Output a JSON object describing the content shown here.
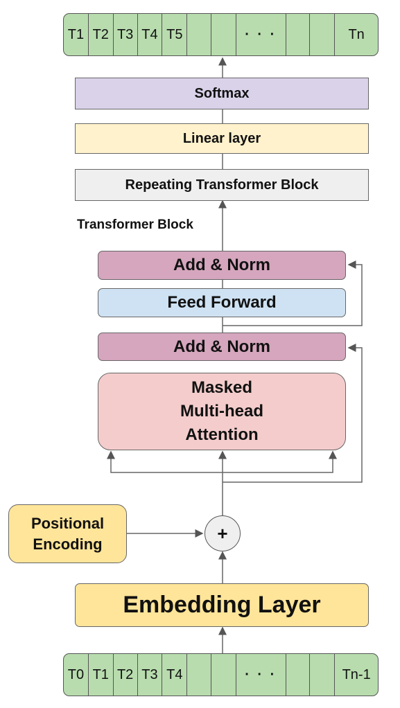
{
  "output_tokens": [
    "T1",
    "T2",
    "T3",
    "T4",
    "T5",
    "",
    "",
    "· · ·",
    "",
    "",
    "Tn"
  ],
  "input_tokens": [
    "T0",
    "T1",
    "T2",
    "T3",
    "T4",
    "",
    "",
    "· · ·",
    "",
    "",
    "Tn-1"
  ],
  "softmax": "Softmax",
  "linear": "Linear layer",
  "repeating": "Repeating Transformer Block",
  "transformer_block": {
    "title": "Transformer Block",
    "add_norm_top": "Add & Norm",
    "feed_forward": "Feed Forward",
    "add_norm_bottom": "Add & Norm",
    "attention": [
      "Masked",
      "Multi-head",
      "Attention"
    ]
  },
  "positional_encoding": [
    "Positional",
    "Encoding"
  ],
  "plus": "+",
  "embedding": "Embedding Layer",
  "colors": {
    "token_green": "#b8dcae",
    "softmax_purple": "#d9d2e9",
    "linear_yellow": "#fff2cc",
    "block_gray": "#efefef",
    "add_norm_pink": "#d5a6bd",
    "feed_forward_blue": "#cfe2f3",
    "attention_pink": "#f4cccc",
    "embedding_yellow": "#ffe599"
  }
}
